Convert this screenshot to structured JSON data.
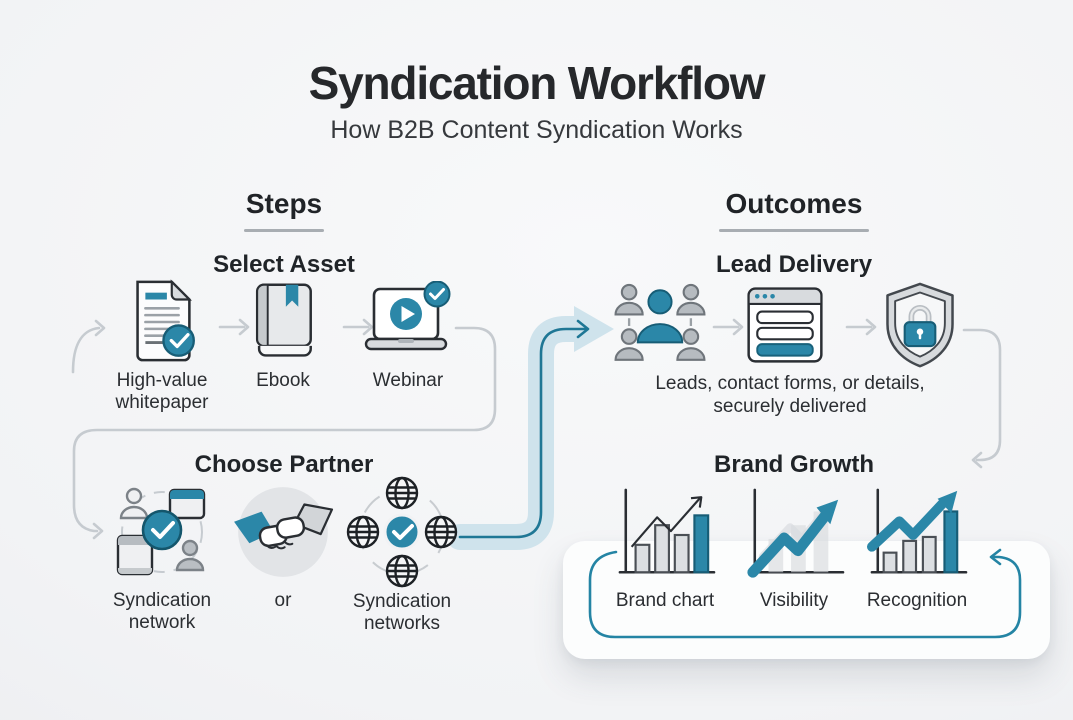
{
  "title": "Syndication Workflow",
  "subtitle": "How B2B Content Syndication Works",
  "colors": {
    "accent_teal": "#2b87a8",
    "teal_dark": "#175d76",
    "teal_band_light": "#cfe3ec",
    "teal_line": "#1f7795",
    "connector_gray": "#c6cbd0",
    "icon_outline": "#2a2e33",
    "icon_gray_fill": "#dcdfe2",
    "ink": "#25282c",
    "background": "#f1f2f4",
    "card": "#fcfdfd"
  },
  "steps": {
    "header": "Steps",
    "sections": [
      {
        "title": "Select Asset",
        "items": [
          {
            "label": "High-value whitepaper",
            "icon": "whitepaper-document-icon"
          },
          {
            "label": "Ebook",
            "icon": "ebook-icon"
          },
          {
            "label": "Webinar",
            "icon": "webinar-laptop-icon"
          }
        ]
      },
      {
        "title": "Choose Partner",
        "items": [
          {
            "label": "Syndication network",
            "icon": "syndication-network-icon"
          },
          {
            "label": "or",
            "icon": "handshake-icon"
          },
          {
            "label": "Syndication networks",
            "icon": "globes-network-icon"
          }
        ]
      }
    ]
  },
  "outcomes": {
    "header": "Outcomes",
    "sections": [
      {
        "title": "Lead Delivery",
        "caption": "Leads, contact forms, or details,\nsecurely delivered",
        "items": [
          {
            "icon": "leads-people-group-icon"
          },
          {
            "icon": "contact-form-icon"
          },
          {
            "icon": "secure-shield-lock-icon"
          }
        ]
      },
      {
        "title": "Brand Growth",
        "items": [
          {
            "label": "Brand chart",
            "icon": "brand-chart-icon"
          },
          {
            "label": "Visibility",
            "icon": "visibility-chart-icon"
          },
          {
            "label": "Recognition",
            "icon": "recognition-chart-icon"
          }
        ]
      }
    ]
  }
}
